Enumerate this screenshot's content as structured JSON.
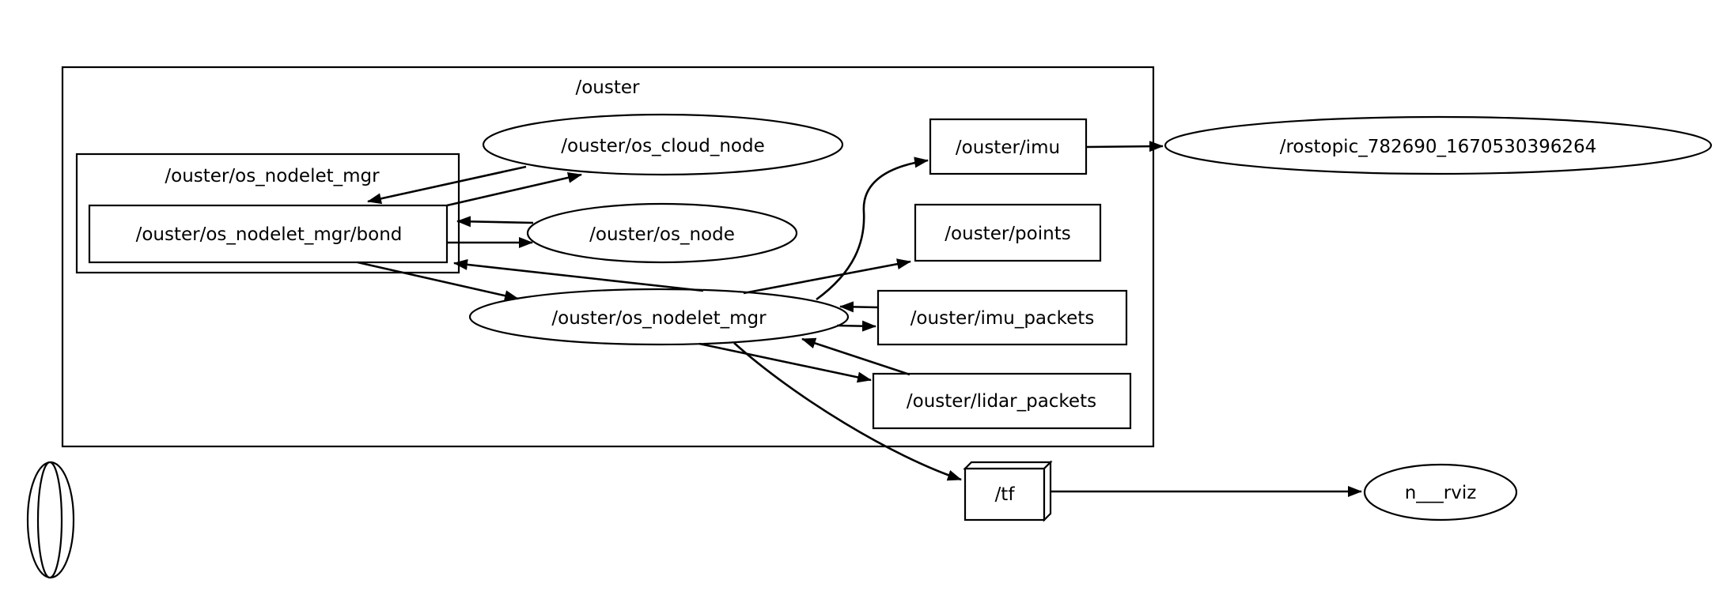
{
  "colors": {
    "background": "#ffffff",
    "stroke": "#000000",
    "text": "#000000"
  },
  "clusters": {
    "ouster": {
      "label": "/ouster"
    },
    "nodelet_mgr_group": {
      "label": "/ouster/os_nodelet_mgr"
    }
  },
  "nodes": {
    "os_cloud_node": {
      "label": "/ouster/os_cloud_node",
      "shape": "ellipse"
    },
    "os_node": {
      "label": "/ouster/os_node",
      "shape": "ellipse"
    },
    "os_nodelet_mgr": {
      "label": "/ouster/os_nodelet_mgr",
      "shape": "ellipse"
    },
    "bond": {
      "label": "/ouster/os_nodelet_mgr/bond",
      "shape": "rect"
    },
    "imu": {
      "label": "/ouster/imu",
      "shape": "rect"
    },
    "points": {
      "label": "/ouster/points",
      "shape": "rect"
    },
    "imu_packets": {
      "label": "/ouster/imu_packets",
      "shape": "rect"
    },
    "lidar_packets": {
      "label": "/ouster/lidar_packets",
      "shape": "rect"
    },
    "rostopic": {
      "label": "/rostopic_782690_1670530396264",
      "shape": "ellipse"
    },
    "tf": {
      "label": "/tf",
      "shape": "box3d"
    },
    "rviz": {
      "label": "n___rviz",
      "shape": "ellipse"
    },
    "unnamed": {
      "label": "",
      "shape": "double-ellipse"
    }
  },
  "edges": [
    {
      "from": "/ouster/os_nodelet_mgr/bond",
      "to": "/ouster/os_cloud_node"
    },
    {
      "from": "/ouster/os_cloud_node",
      "to": "/ouster/os_nodelet_mgr/bond"
    },
    {
      "from": "/ouster/os_node",
      "to": "/ouster/os_nodelet_mgr/bond"
    },
    {
      "from": "/ouster/os_nodelet_mgr/bond",
      "to": "/ouster/os_node"
    },
    {
      "from": "/ouster/os_nodelet_mgr",
      "to": "/ouster/os_nodelet_mgr/bond"
    },
    {
      "from": "/ouster/os_nodelet_mgr/bond",
      "to": "/ouster/os_nodelet_mgr"
    },
    {
      "from": "/ouster/os_nodelet_mgr",
      "to": "/ouster/imu"
    },
    {
      "from": "/ouster/os_nodelet_mgr",
      "to": "/ouster/points"
    },
    {
      "from": "/ouster/os_nodelet_mgr",
      "to": "/ouster/imu_packets"
    },
    {
      "from": "/ouster/imu_packets",
      "to": "/ouster/os_nodelet_mgr"
    },
    {
      "from": "/ouster/os_nodelet_mgr",
      "to": "/ouster/lidar_packets"
    },
    {
      "from": "/ouster/lidar_packets",
      "to": "/ouster/os_nodelet_mgr"
    },
    {
      "from": "/ouster/os_nodelet_mgr",
      "to": "/tf"
    },
    {
      "from": "/ouster/imu",
      "to": "/rostopic_782690_1670530396264"
    },
    {
      "from": "/tf",
      "to": "n___rviz"
    }
  ]
}
